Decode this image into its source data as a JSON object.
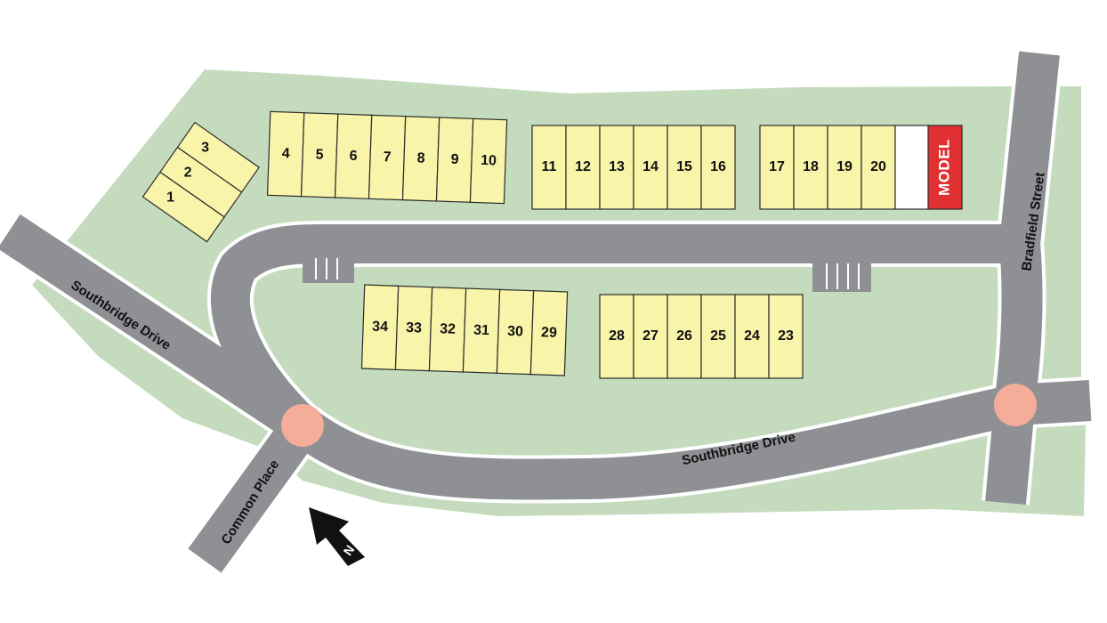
{
  "colors": {
    "green_space": "#c4dcbd",
    "road": "#8e9094",
    "road_edge": "#ffffff",
    "lot_fill": "#f8f4a9",
    "lot_stroke": "#2b2b2b",
    "roundabout": "#f3ad98",
    "model": "#e03032",
    "parking_stripe": "#ffffff"
  },
  "lots": {
    "block_a": [
      "1",
      "2",
      "3"
    ],
    "block_b": [
      "4",
      "5",
      "6",
      "7",
      "8",
      "9",
      "10"
    ],
    "block_c": [
      "11",
      "12",
      "13",
      "14",
      "15",
      "16"
    ],
    "block_d": [
      "17",
      "18",
      "19",
      "20",
      ""
    ],
    "block_e": [
      "34",
      "33",
      "32",
      "31",
      "30",
      "29"
    ],
    "block_f": [
      "28",
      "27",
      "26",
      "25",
      "24",
      "23"
    ]
  },
  "model_label": "MODEL",
  "streets": {
    "southbridge_west": "Southbridge Drive",
    "southbridge_south": "Southbridge Drive",
    "common_place": "Common Place",
    "bradfield_street": "Bradfield Street"
  },
  "north_arrow": {
    "label": "N",
    "icon": "north-arrow-icon"
  }
}
